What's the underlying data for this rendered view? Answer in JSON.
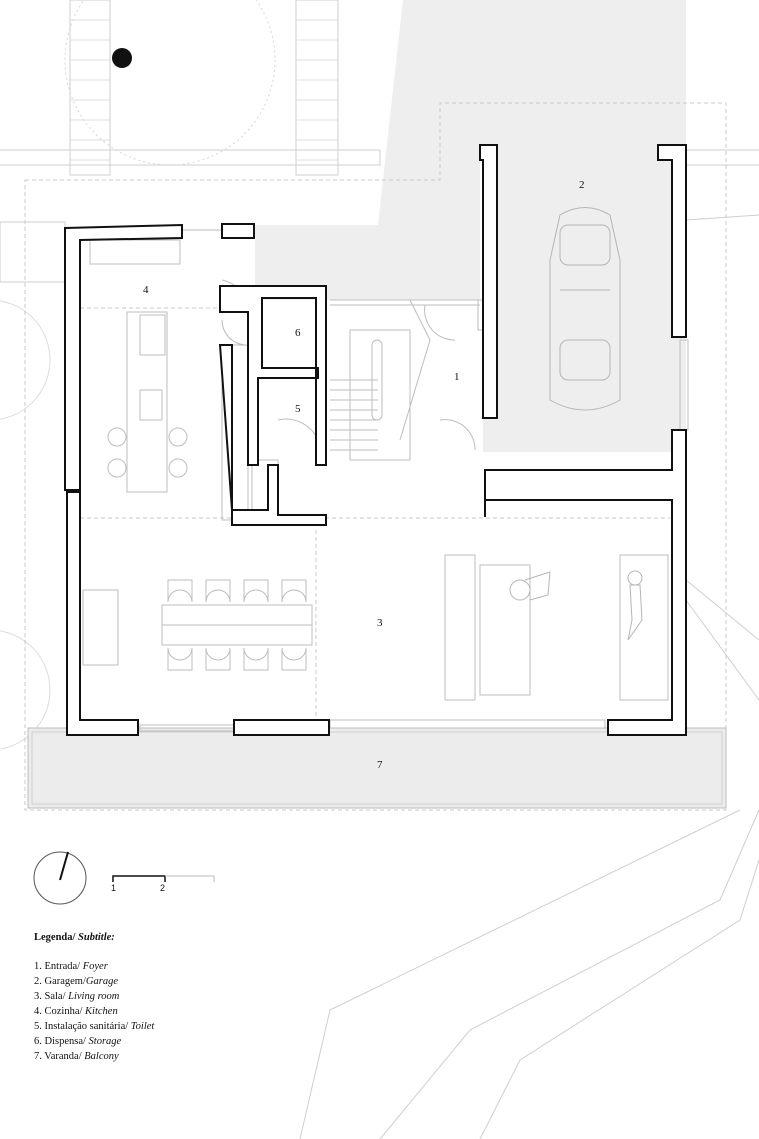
{
  "rooms": {
    "r1": "1",
    "r2": "2",
    "r3": "3",
    "r4": "4",
    "r5": "5",
    "r6": "6",
    "r7": "7"
  },
  "scale": {
    "label_1": "1",
    "label_2": "2"
  },
  "legend": {
    "title_pt": "Legenda/",
    "title_en": "Subtitle:",
    "items": [
      {
        "pt": "1. Entrada/",
        "en": "Foyer"
      },
      {
        "pt": "2. Garagem/",
        "en": "Garage"
      },
      {
        "pt": "3. Sala/",
        "en": "Living room"
      },
      {
        "pt": "4. Cozinha/",
        "en": "Kitchen"
      },
      {
        "pt": "5. Instalação sanitária/",
        "en": "Toilet"
      },
      {
        "pt": "6. Dispensa/",
        "en": "Storage"
      },
      {
        "pt": "7. Varanda/",
        "en": "Balcony"
      }
    ]
  },
  "colors": {
    "wall": "#111111",
    "line": "#bdbdbd",
    "fill": "#eeeeee"
  }
}
